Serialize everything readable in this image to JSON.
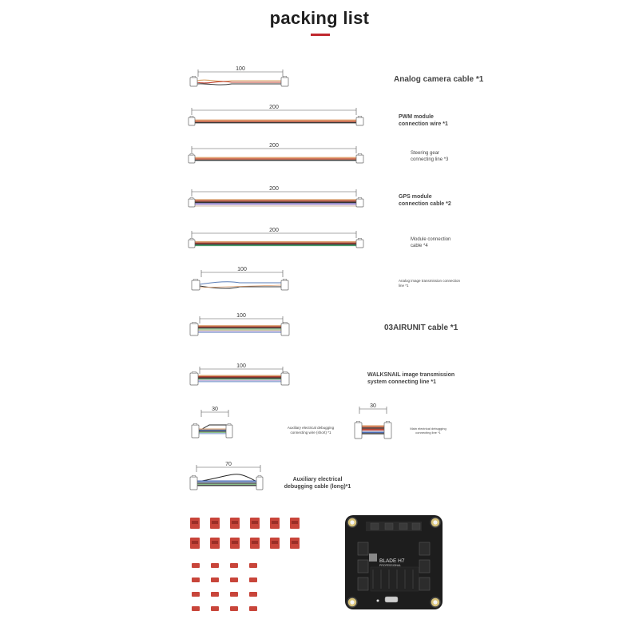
{
  "title": "packing list",
  "colors": {
    "accent": "#c0282e",
    "board": "#1d1d1d",
    "connector": "#c8453a"
  },
  "cables": [
    {
      "dimension": "100",
      "label": "Analog camera cable *1"
    },
    {
      "dimension": "200",
      "label": "PWM module connection wire *1"
    },
    {
      "dimension": "200",
      "label": "Steering gear connecting line *3"
    },
    {
      "dimension": "200",
      "label": "GPS module connection cable *2"
    },
    {
      "dimension": "200",
      "label": "Module connection cable *4"
    },
    {
      "dimension": "100",
      "label": "Analog image transmission connection line *1"
    },
    {
      "dimension": "100",
      "label": "03AIRUNIT cable *1"
    },
    {
      "dimension": "100",
      "label": "WALKSNAIL image transmission system connecting line *1"
    },
    {
      "dimension": "30",
      "label": "Auxiliary electrical debugging connecting wire (short) *1"
    },
    {
      "dimension": "30",
      "label": "Main electrical debugging connecting line *1"
    },
    {
      "dimension": "70",
      "label": "Auxiliary electrical debugging cable (long)*1"
    }
  ],
  "board": {
    "model": "BLADE H7",
    "subtitle": "PROFESSIONAL"
  }
}
